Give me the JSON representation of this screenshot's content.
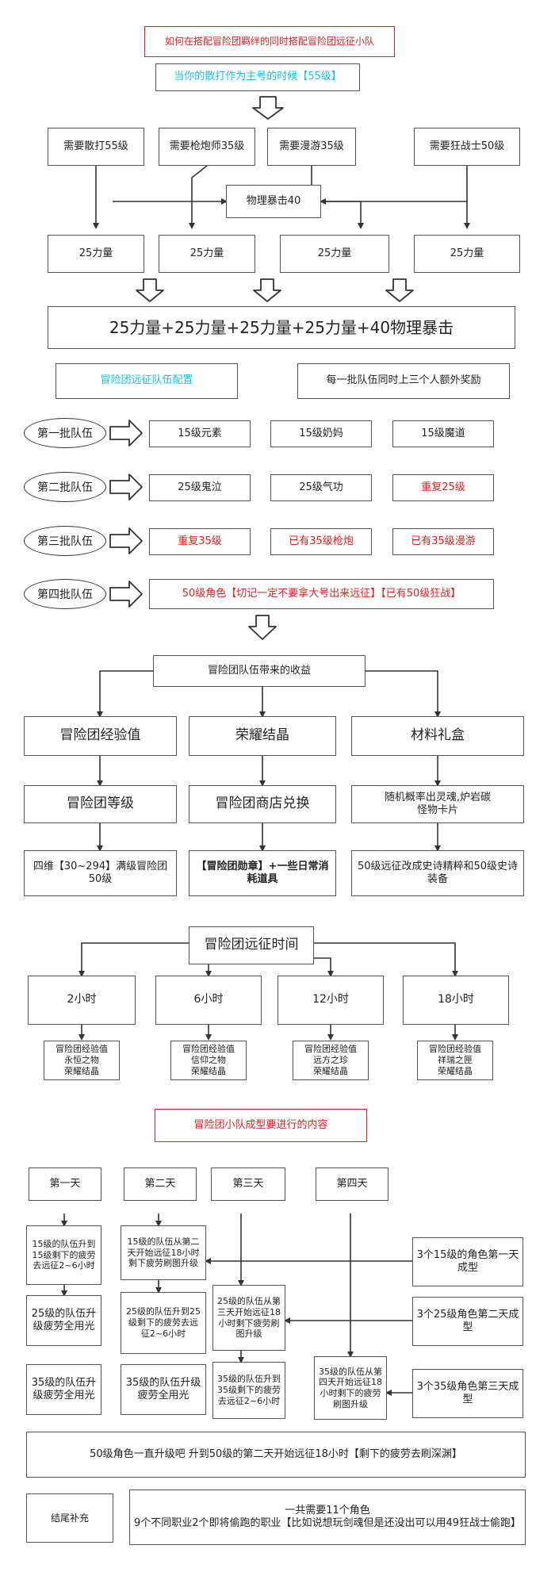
{
  "title": "如何在搭配冒险团羁绊的同时搭配冒险团远征小队",
  "section1": {
    "header": "当你的散打作为主号的时候【55级】",
    "requirements": [
      "需要散打55级",
      "需要枪炮师35级",
      "需要漫游35级",
      "需要狂战士50级"
    ],
    "crit_box": "物理暴击40",
    "strength": [
      "25力量",
      "25力量",
      "25力量",
      "25力量"
    ],
    "total": "25力量+25力量+25力量+25力量+40物理暴击"
  },
  "section2": {
    "title": "冒险团远征队伍配置",
    "note": "每一批队伍同时上三个人额外奖励",
    "batches": [
      {
        "label": "第一批队伍",
        "items": [
          "15级元素",
          "15级奶妈",
          "15级魔道"
        ]
      },
      {
        "label": "第二批队伍",
        "items": [
          "25级鬼泣",
          "25级气功",
          "重复25级"
        ]
      },
      {
        "label": "第三批队伍",
        "items": [
          "重复35级",
          "已有35级枪炮",
          "已有35级漫游"
        ]
      },
      {
        "label": "第四批队伍",
        "items": [
          "50级角色【切记一定不要拿大号出来远征】【已有50级狂战】"
        ]
      }
    ]
  },
  "section3": {
    "title": "冒险团队伍带来的收益",
    "columns": [
      {
        "head": "冒险团经验值",
        "mid": "冒险团等级",
        "bottom": "四维【30~294】满级冒险团50级"
      },
      {
        "head": "荣耀结晶",
        "mid": "冒险团商店兑换",
        "bottom": "【冒险团勋章】+一些日常消耗道具"
      },
      {
        "head": "材料礼盒",
        "mid": "随机概率出灵魂,炉岩碳\n怪物卡片",
        "bottom": "50级远征改成史诗精粹和50级史诗装备"
      }
    ]
  },
  "section4": {
    "title": "冒险团远征时间",
    "times": [
      {
        "time": "2小时",
        "rewards": "冒险团经验值\n永恒之物\n荣耀结晶"
      },
      {
        "time": "6小时",
        "rewards": "冒险团经验值\n信仰之物\n荣耀结晶"
      },
      {
        "time": "12小时",
        "rewards": "冒险团经验值\n远方之珍\n荣耀结晶"
      },
      {
        "time": "18小时",
        "rewards": "冒险团经验值\n祥瑞之匣\n荣耀结晶"
      }
    ]
  },
  "section5": {
    "title": "冒险团小队成型要进行的内容",
    "days": [
      "第一天",
      "第二天",
      "第三天",
      "第四天"
    ],
    "day1": [
      "15级的队伍升到15级剩下的疲劳去远征2~6小时",
      "25级的队伍升级疲劳全用光",
      "35级的队伍升级疲劳全用光"
    ],
    "day2": [
      "15级的队伍从第二天开始远征18小时剩下疲劳刷图升级",
      "25级的队伍升到25级剩下的疲劳去远征2~6小时",
      "35级的队伍升级疲劳全用光"
    ],
    "day3": [
      "25级的队伍从第三天开始远征18小时剩下疲劳刷图升级",
      "35级的队伍升到35级剩下的疲劳去远征2~6小时"
    ],
    "day4": [
      "35级的队伍从第四天开始远征18小时剩下的疲劳刷图升级"
    ],
    "formed": [
      "3个15级的角色第一天成型",
      "3个25级角色第二天成型",
      "3个35级角色第三天成型"
    ],
    "final": "50级角色一直升级吧 升到50级的第二天开始远征18小时【剩下的疲劳去刷深渊】",
    "closing_label": "结尾补充",
    "closing_text": "一共需要11个角色\n9个不同职业2个即将偷跑的职业【比如说想玩剑魂但是还没出可以用49狂战士偷跑】"
  }
}
